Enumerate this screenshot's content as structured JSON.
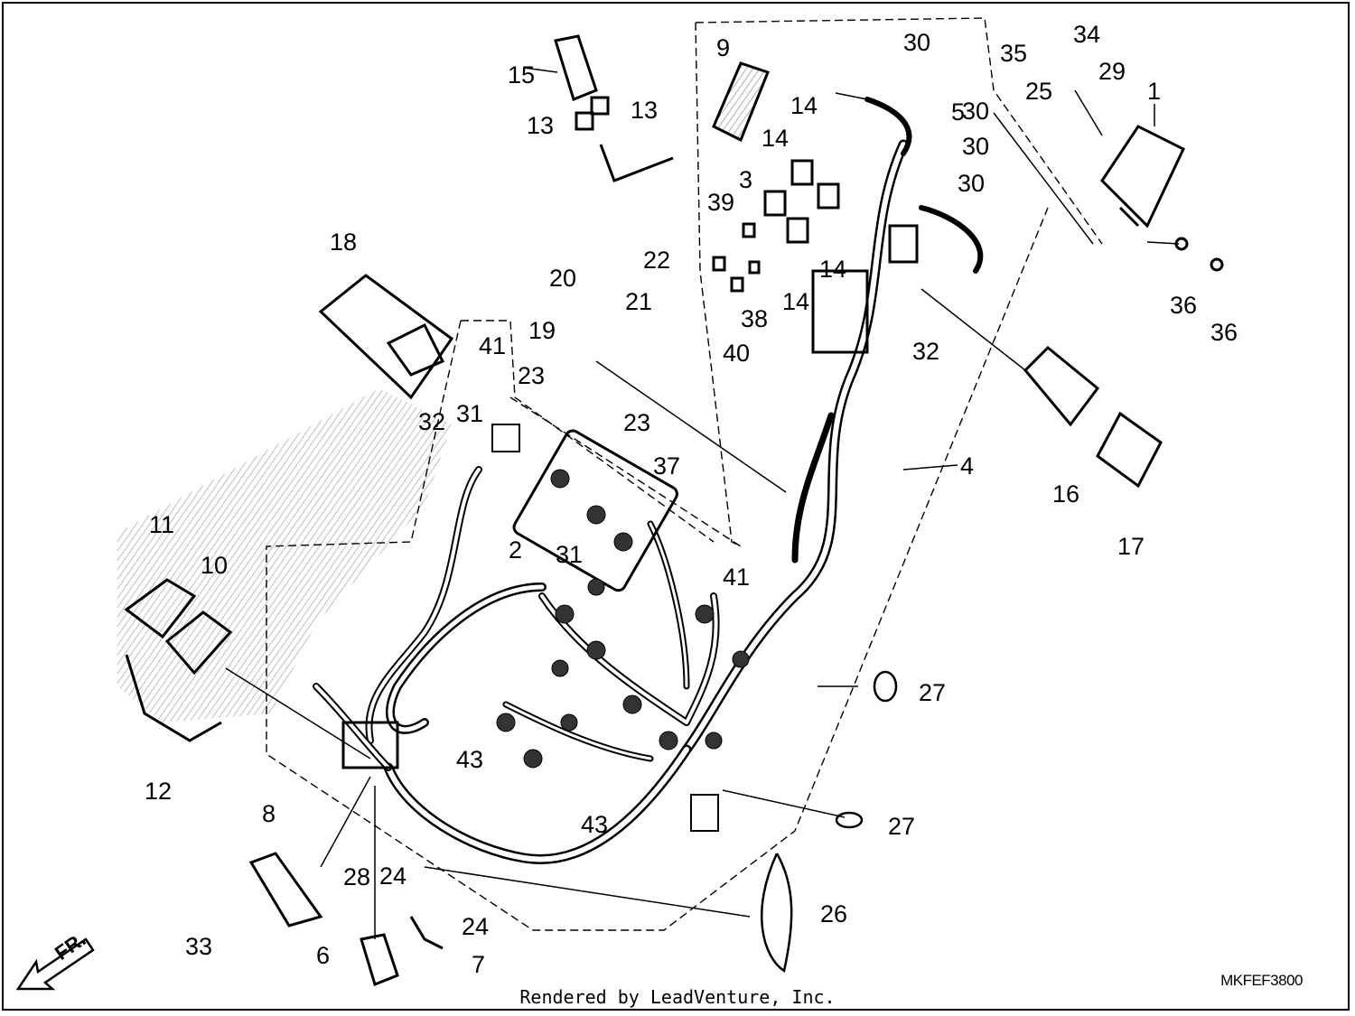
{
  "footer": "Rendered by LeadVenture, Inc.",
  "diagram_code": "MKFEF3800",
  "front_arrow_label": "FR.",
  "colors": {
    "line": "#000000",
    "hatch": "#9a9a9a",
    "background": "#ffffff"
  },
  "callouts": [
    "1",
    "2",
    "3",
    "4",
    "5",
    "6",
    "7",
    "8",
    "9",
    "10",
    "11",
    "12",
    "13",
    "13",
    "14",
    "14",
    "14",
    "14",
    "15",
    "16",
    "17",
    "18",
    "19",
    "20",
    "21",
    "22",
    "23",
    "23",
    "24",
    "24",
    "25",
    "26",
    "27",
    "27",
    "28",
    "29",
    "30",
    "30",
    "30",
    "30",
    "31",
    "31",
    "32",
    "32",
    "33",
    "34",
    "35",
    "36",
    "36",
    "37",
    "38",
    "39",
    "40",
    "41",
    "41",
    "43",
    "43"
  ]
}
